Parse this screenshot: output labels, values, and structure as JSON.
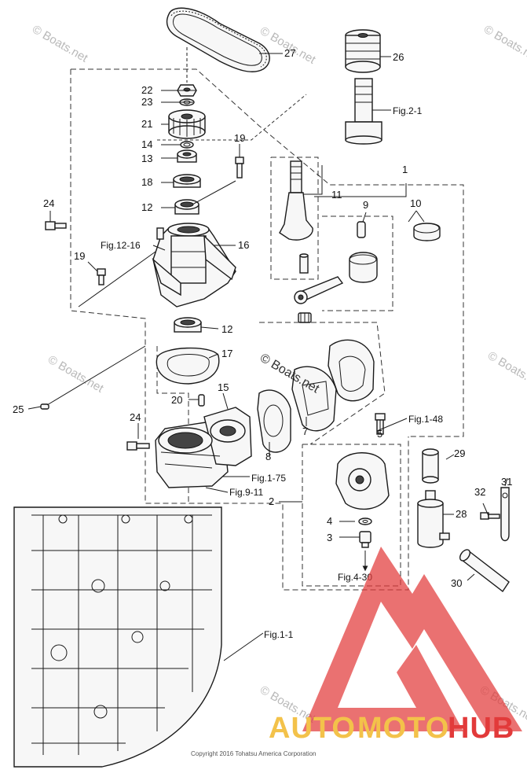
{
  "diagram": {
    "callouts": {
      "c1": "1",
      "c2": "2",
      "c3": "3",
      "c4": "4",
      "c5": "5",
      "c7": "7",
      "c8": "8",
      "c9": "9",
      "c10": "10",
      "c11": "11",
      "c12a": "12",
      "c12b": "12",
      "c13": "13",
      "c14": "14",
      "c15": "15",
      "c16": "16",
      "c17": "17",
      "c18": "18",
      "c19a": "19",
      "c19b": "19",
      "c20": "20",
      "c21": "21",
      "c22": "22",
      "c23": "23",
      "c24a": "24",
      "c24b": "24",
      "c25": "25",
      "c26": "26",
      "c27": "27",
      "c28": "28",
      "c29": "29",
      "c30": "30",
      "c31": "31",
      "c32": "32"
    },
    "figrefs": {
      "fig2_1": "Fig.2-1",
      "fig12_16": "Fig.12-16",
      "fig1_48": "Fig.1-48",
      "fig1_75": "Fig.1-75",
      "fig9_11": "Fig.9-11",
      "fig4_30": "Fig.4-30",
      "fig1_1": "Fig.1-1"
    },
    "watermark": "© Boats.net",
    "copyright": "Copyright 2016 Tohatsu America Corporation"
  },
  "brand": {
    "part1": "AUTO",
    "part2": "MOTO",
    "part3": "HUB",
    "colors": {
      "red": "#e23a3a",
      "yellow": "#f3c24a"
    }
  }
}
